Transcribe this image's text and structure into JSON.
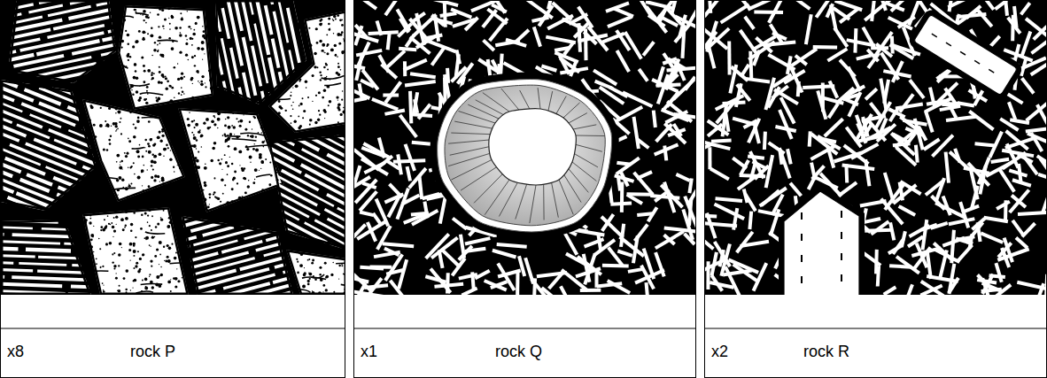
{
  "diagram": {
    "nodes": [
      {
        "text": [
          "x8",
          "rock P"
        ]
      },
      {
        "text": [
          "x1",
          "rock Q"
        ]
      },
      {
        "text": [
          "x2",
          "rock R"
        ]
      }
    ]
  }
}
